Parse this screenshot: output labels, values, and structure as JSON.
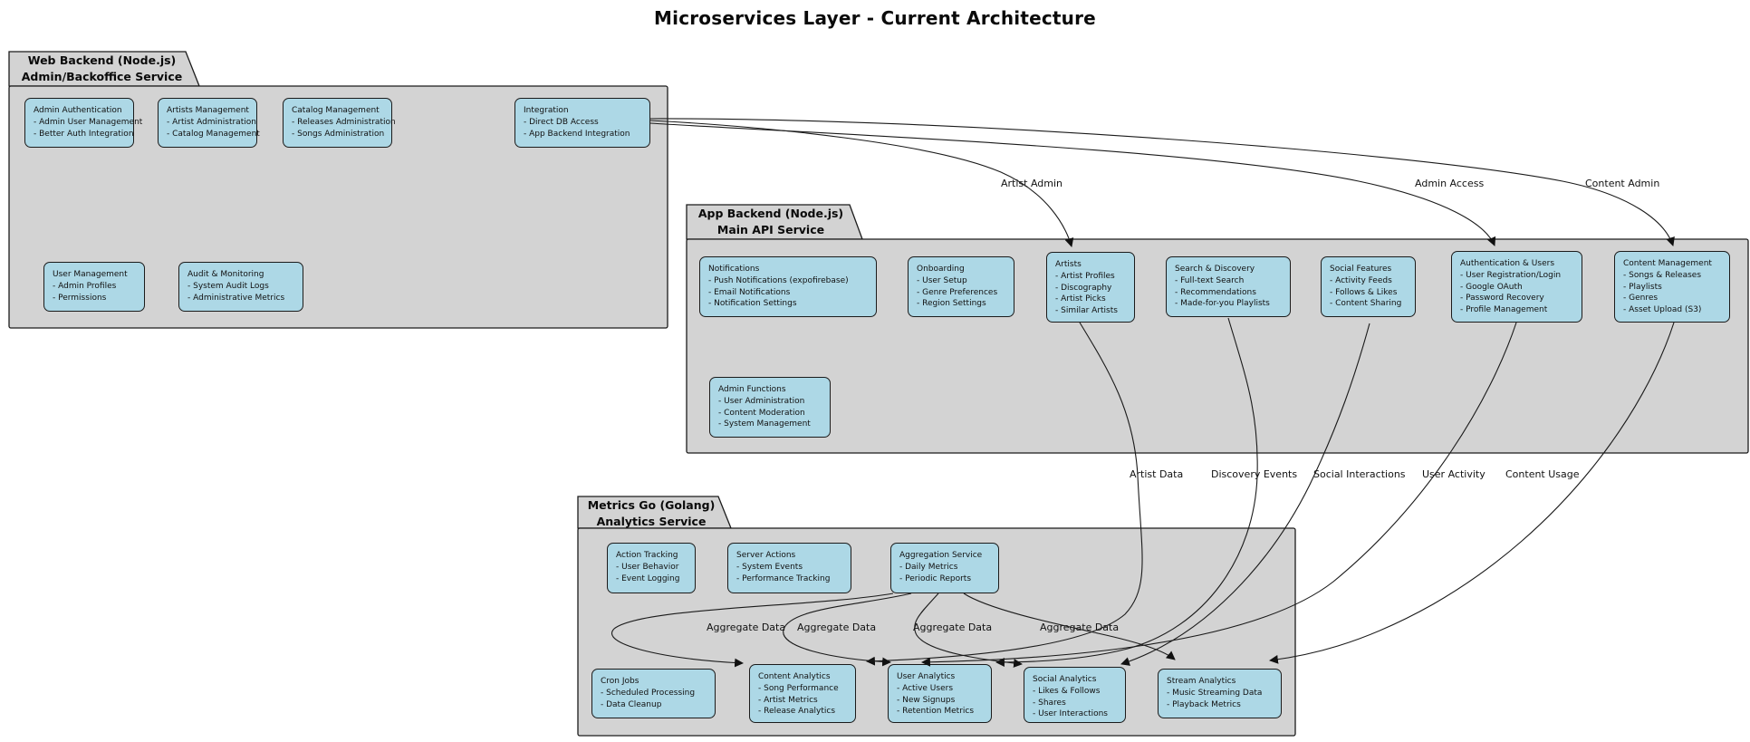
{
  "title": "Microservices Layer - Current Architecture",
  "colors": {
    "component_fill": "#ADD8E6",
    "package_fill": "#D3D3D3",
    "border": "#1B1B1B",
    "edge_line": "#1A1A1A",
    "background": "#FFFFFF"
  },
  "packages": [
    {
      "name_line1": "Web Backend (Node.js)",
      "name_line2": "Admin/Backoffice Service",
      "components": [
        {
          "title": "Admin Authentication",
          "items": [
            "- Admin User Management",
            "- Better Auth Integration"
          ]
        },
        {
          "title": "Artists Management",
          "items": [
            "- Artist Administration",
            "- Catalog Management"
          ]
        },
        {
          "title": "Catalog Management",
          "items": [
            "- Releases Administration",
            "- Songs Administration"
          ]
        },
        {
          "title": "Integration",
          "items": [
            "- Direct DB Access",
            "- App Backend Integration"
          ]
        },
        {
          "title": "User Management",
          "items": [
            "- Admin Profiles",
            "- Permissions"
          ]
        },
        {
          "title": "Audit & Monitoring",
          "items": [
            "- System Audit Logs",
            "- Administrative Metrics"
          ]
        }
      ]
    },
    {
      "name_line1": "App Backend (Node.js)",
      "name_line2": "Main API Service",
      "components": [
        {
          "title": "Notifications",
          "items": [
            "- Push Notifications (expofirebase)",
            "- Email Notifications",
            "- Notification Settings"
          ]
        },
        {
          "title": "Onboarding",
          "items": [
            "- User Setup",
            "- Genre Preferences",
            "- Region Settings"
          ]
        },
        {
          "title": "Artists",
          "items": [
            "- Artist Profiles",
            "- Discography",
            "- Artist Picks",
            "- Similar Artists"
          ]
        },
        {
          "title": "Search & Discovery",
          "items": [
            "- Full-text Search",
            "- Recommendations",
            "- Made-for-you Playlists"
          ]
        },
        {
          "title": "Social Features",
          "items": [
            "- Activity Feeds",
            "- Follows & Likes",
            "- Content Sharing"
          ]
        },
        {
          "title": "Authentication & Users",
          "items": [
            "- User Registration/Login",
            "- Google OAuth",
            "- Password Recovery",
            "- Profile Management"
          ]
        },
        {
          "title": "Content Management",
          "items": [
            "- Songs & Releases",
            "- Playlists",
            "- Genres",
            "- Asset Upload (S3)"
          ]
        },
        {
          "title": "Admin Functions",
          "items": [
            "- User Administration",
            "- Content Moderation",
            "- System Management"
          ]
        }
      ]
    },
    {
      "name_line1": "Metrics Go (Golang)",
      "name_line2": "Analytics Service",
      "components": [
        {
          "title": "Action Tracking",
          "items": [
            "- User Behavior",
            "- Event Logging"
          ]
        },
        {
          "title": "Server Actions",
          "items": [
            "- System Events",
            "- Performance Tracking"
          ]
        },
        {
          "title": "Aggregation Service",
          "items": [
            "- Daily Metrics",
            "- Periodic Reports"
          ]
        },
        {
          "title": "Cron Jobs",
          "items": [
            "- Scheduled Processing",
            "- Data Cleanup"
          ]
        },
        {
          "title": "Content Analytics",
          "items": [
            "- Song Performance",
            "- Artist Metrics",
            "- Release Analytics"
          ]
        },
        {
          "title": "User Analytics",
          "items": [
            "- Active Users",
            "- New Signups",
            "- Retention Metrics"
          ]
        },
        {
          "title": "Social Analytics",
          "items": [
            "- Likes & Follows",
            "- Shares",
            "- User Interactions"
          ]
        },
        {
          "title": "Stream Analytics",
          "items": [
            "- Music Streaming Data",
            "- Playback Metrics"
          ]
        }
      ]
    }
  ],
  "edges": [
    {
      "from": "Integration",
      "to": "Artists",
      "label": "Artist Admin"
    },
    {
      "from": "Integration",
      "to": "Authentication & Users",
      "label": "Admin Access"
    },
    {
      "from": "Integration",
      "to": "Content Management",
      "label": "Content Admin"
    },
    {
      "from": "Artists",
      "to": "Content Analytics",
      "label": "Artist Data"
    },
    {
      "from": "Search & Discovery",
      "to": "User Analytics",
      "label": "Discovery Events"
    },
    {
      "from": "Social Features",
      "to": "Social Analytics",
      "label": "Social Interactions"
    },
    {
      "from": "Authentication & Users",
      "to": "User Analytics",
      "label": "User Activity"
    },
    {
      "from": "Content Management",
      "to": "Stream Analytics",
      "label": "Content Usage"
    },
    {
      "from": "Aggregation Service",
      "to": "Content Analytics",
      "label": "Aggregate Data"
    },
    {
      "from": "Aggregation Service",
      "to": "User Analytics",
      "label": "Aggregate Data"
    },
    {
      "from": "Aggregation Service",
      "to": "Social Analytics",
      "label": "Aggregate Data"
    },
    {
      "from": "Aggregation Service",
      "to": "Stream Analytics",
      "label": "Aggregate Data"
    }
  ]
}
